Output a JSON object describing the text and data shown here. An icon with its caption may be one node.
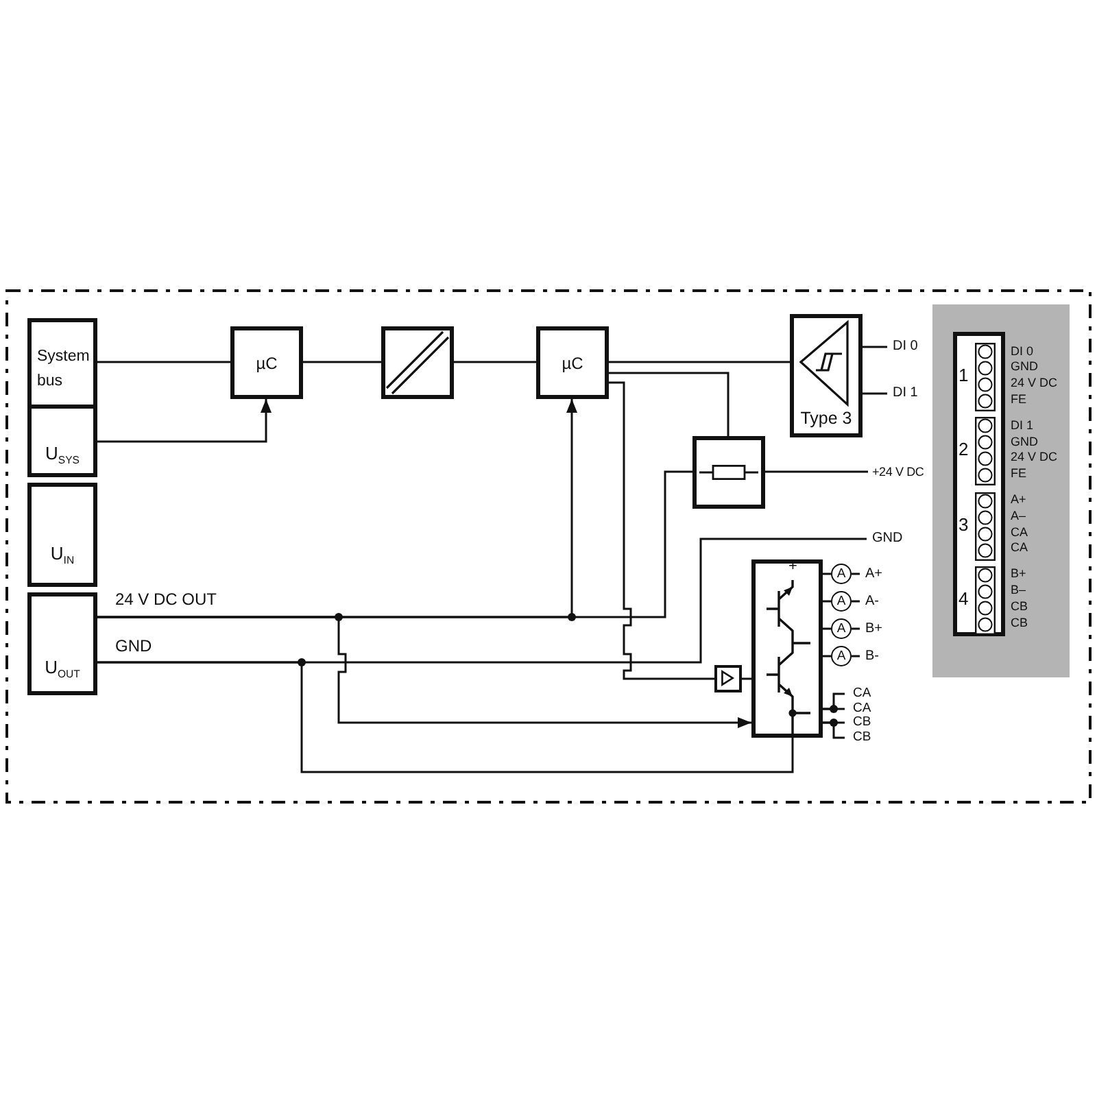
{
  "diagram": {
    "nodes": [
      {
        "text": [
          "System bus"
        ]
      },
      {
        "text": [
          "U$_{SYS}$"
        ]
      },
      {
        "text": [
          "U$_{IN}$"
        ]
      },
      {
        "text": [
          "U$_{OUT}$"
        ]
      },
      {
        "text": [
          "µC"
        ]
      },
      {
        "text": [],
        "shape": "box"
      },
      {
        "text": [
          "µC"
        ]
      },
      {
        "text": [
          "Type 3"
        ]
      },
      {
        "text": [],
        "shape": "box"
      },
      {
        "text": [
          "DI 0"
        ]
      },
      {
        "text": [
          "DI 1"
        ]
      },
      {
        "text": [
          "+24 V DC"
        ]
      },
      {
        "text": [
          "GND"
        ]
      },
      {
        "text": [],
        "shape": "box"
      },
      {
        "text": [
          "+"
        ]
      },
      {
        "text": [
          "A"
        ]
      },
      {
        "text": [
          "A"
        ]
      },
      {
        "text": [
          "A"
        ]
      },
      {
        "text": [
          "A"
        ]
      },
      {
        "text": [
          "A+"
        ]
      },
      {
        "text": [
          "A-"
        ]
      },
      {
        "text": [
          "B+"
        ]
      },
      {
        "text": [
          "B-"
        ]
      },
      {
        "text": [
          "CA"
        ]
      },
      {
        "text": [
          "CA"
        ]
      },
      {
        "text": [
          "CB"
        ]
      },
      {
        "text": [
          "CB"
        ]
      }
    ],
    "edges": [
      {
        "from": 0,
        "to": 4,
        "arrow": "none"
      },
      {
        "from": 1,
        "to": 4,
        "arrow": "to"
      },
      {
        "from": 4,
        "to": 5,
        "arrow": "none"
      },
      {
        "from": 5,
        "to": 6,
        "arrow": "none"
      },
      {
        "from": 6,
        "to": 7,
        "arrow": "none"
      },
      {
        "from": 6,
        "to": 8,
        "arrow": "none"
      },
      {
        "from": 7,
        "to": 9,
        "arrow": "none"
      },
      {
        "from": 7,
        "to": 10,
        "arrow": "none"
      },
      {
        "from": 8,
        "to": 11,
        "arrow": "none"
      },
      {
        "from": 3,
        "to": 8,
        "arrow": "none",
        "label": "24 V DC OUT"
      },
      {
        "from": 3,
        "to": 6,
        "arrow": "to"
      },
      {
        "from": 3,
        "to": 14,
        "arrow": "to"
      },
      {
        "from": 3,
        "to": 12,
        "arrow": "none",
        "label": "GND"
      },
      {
        "from": 3,
        "to": 14,
        "arrow": "none"
      },
      {
        "from": 6,
        "to": 13,
        "arrow": "none"
      },
      {
        "from": 13,
        "to": 14,
        "arrow": "none"
      },
      {
        "from": 14,
        "to": 15,
        "arrow": "none"
      },
      {
        "from": 14,
        "to": 16,
        "arrow": "none"
      },
      {
        "from": 14,
        "to": 17,
        "arrow": "none"
      },
      {
        "from": 14,
        "to": 18,
        "arrow": "none"
      },
      {
        "from": 15,
        "to": 19,
        "arrow": "none"
      },
      {
        "from": 16,
        "to": 20,
        "arrow": "none"
      },
      {
        "from": 17,
        "to": 21,
        "arrow": "none"
      },
      {
        "from": 18,
        "to": 22,
        "arrow": "none"
      },
      {
        "from": 14,
        "to": 23,
        "arrow": "none"
      },
      {
        "from": 14,
        "to": 24,
        "arrow": "none"
      },
      {
        "from": 14,
        "to": 25,
        "arrow": "none"
      },
      {
        "from": 14,
        "to": 26,
        "arrow": "none"
      }
    ],
    "labels": [
      "1",
      "DI 0",
      "GND",
      "24 V DC",
      "FE",
      "2",
      "DI 1",
      "GND",
      "24 V DC",
      "FE",
      "3",
      "A+",
      "A–",
      "CA",
      "CA",
      "4",
      "B+",
      "B–",
      "CB",
      "CB"
    ]
  }
}
